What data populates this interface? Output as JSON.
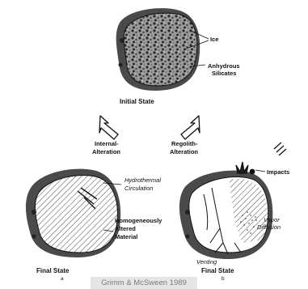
{
  "initial": {
    "labels": {
      "ice": "Ice",
      "anhydrous": "Anhydrous",
      "silicates": "Silicates"
    },
    "caption": "Initial State"
  },
  "arrows": {
    "internal_line1": "Internal-",
    "internal_line2": "Alteration",
    "regolith_line1": "Regolith-",
    "regolith_line2": "Alteration"
  },
  "final_a": {
    "labels": {
      "hydro1": "Hydrothermal",
      "hydro2": "Circulation",
      "homog1": "Homogeneously",
      "homog2": "Altered",
      "homog3": "Material"
    },
    "caption": "Final State",
    "sublabel": "a"
  },
  "final_b": {
    "labels": {
      "impacts": "Impacts",
      "vapor1": "Vapor",
      "vapor2": "Diffusion",
      "venting": "Venting"
    },
    "caption": "Final State",
    "sublabel": "b"
  },
  "credit": "Grimm & McSween 1989"
}
